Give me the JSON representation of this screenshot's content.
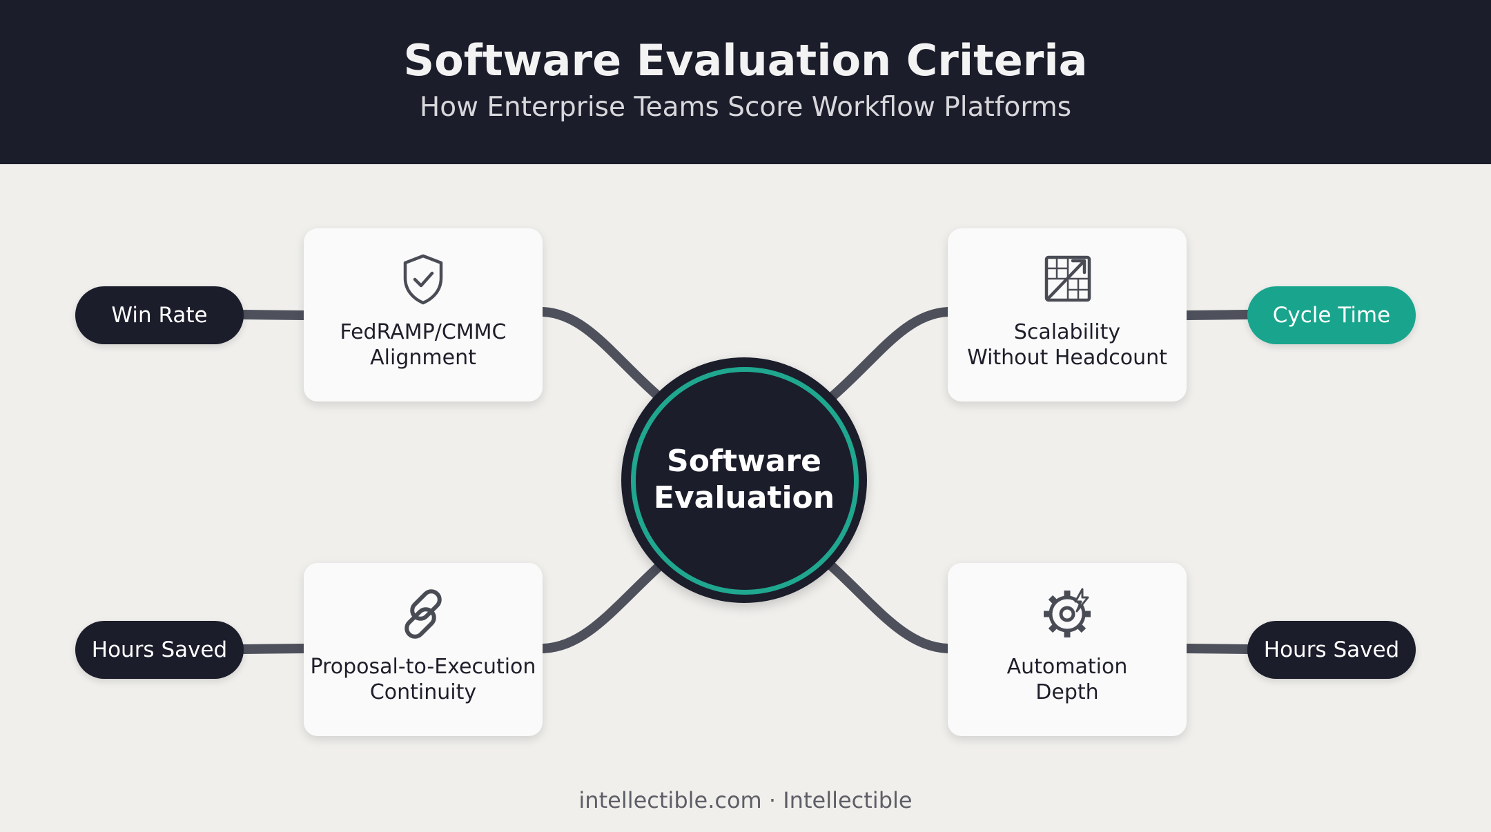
{
  "header": {
    "title": "Software Evaluation Criteria",
    "subtitle": "How Enterprise Teams Score Workflow Platforms"
  },
  "hub": {
    "label": "Software\nEvaluation"
  },
  "criteria": [
    {
      "label": "FedRAMP/CMMC\nAlignment",
      "icon": "shield-check-icon",
      "metric": "Win Rate",
      "metric_highlight": false
    },
    {
      "label": "Scalability\nWithout Headcount",
      "icon": "growth-chart-icon",
      "metric": "Cycle Time",
      "metric_highlight": true
    },
    {
      "label": "Proposal-to-Execution\nContinuity",
      "icon": "chain-link-icon",
      "metric": "Hours Saved",
      "metric_highlight": false
    },
    {
      "label": "Automation\nDepth",
      "icon": "gear-bolt-icon",
      "metric": "Hours Saved",
      "metric_highlight": false
    }
  ],
  "colors": {
    "header_bg": "#1b1d2b",
    "page_bg": "#f0efec",
    "accent": "#19a58d",
    "connector": "#4e515c"
  },
  "footer": {
    "text": "intellectible.com · Intellectible"
  }
}
